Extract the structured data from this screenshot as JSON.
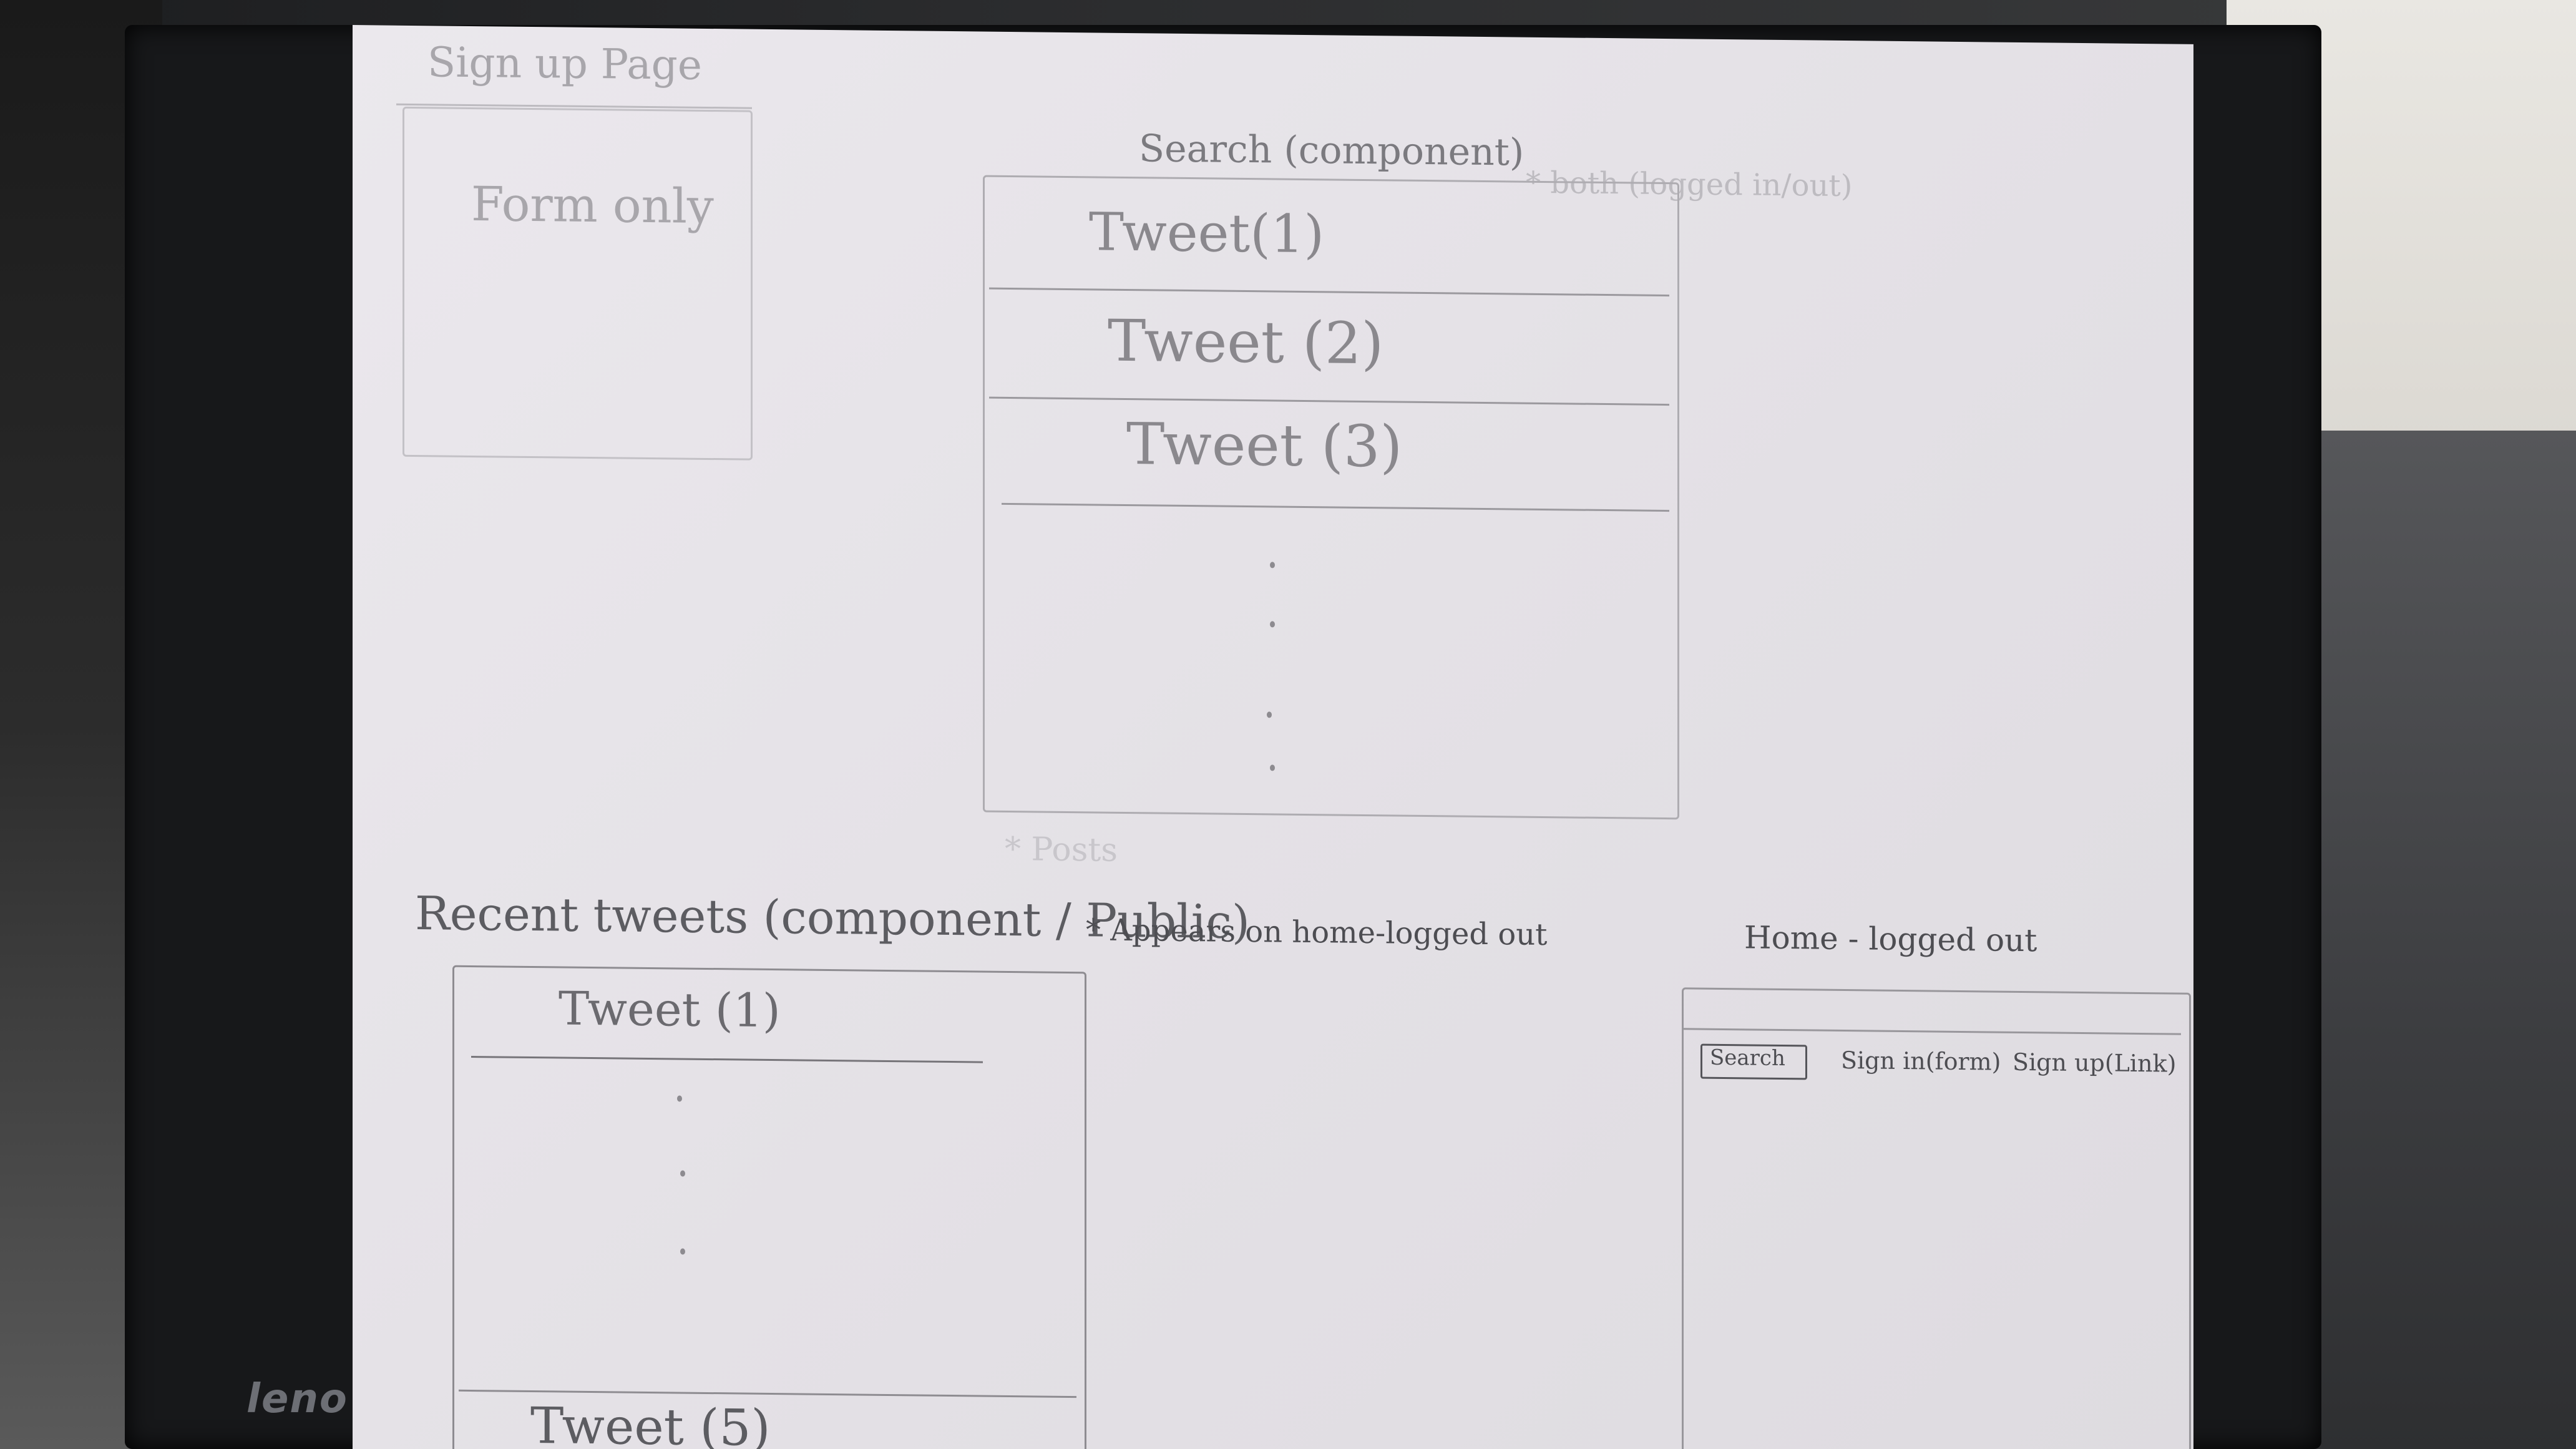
{
  "monitor": {
    "brand_text": "leno"
  },
  "sketch": {
    "signup": {
      "title": "Sign up Page",
      "body": "Form only"
    },
    "search": {
      "title": "Search (component)",
      "note": "* both (logged in/out)",
      "tweets": [
        "Tweet(1)",
        "Tweet (2)",
        "Tweet (3)"
      ],
      "footnote": "* Posts"
    },
    "recent": {
      "title": "Recent tweets (component / Public)",
      "note": "* Appears on home-logged out",
      "tweet_first": "Tweet (1)",
      "tweet_last": "Tweet (5)"
    },
    "home": {
      "title": "Home - logged out",
      "search_button": "Search",
      "signin": "Sign in(form)",
      "signup": "Sign up(Link)"
    }
  },
  "colors": {
    "paper": "#e6e3e8",
    "pencil": "#8d8b90",
    "pen": "#4d4d52",
    "bezel": "#17181a"
  }
}
